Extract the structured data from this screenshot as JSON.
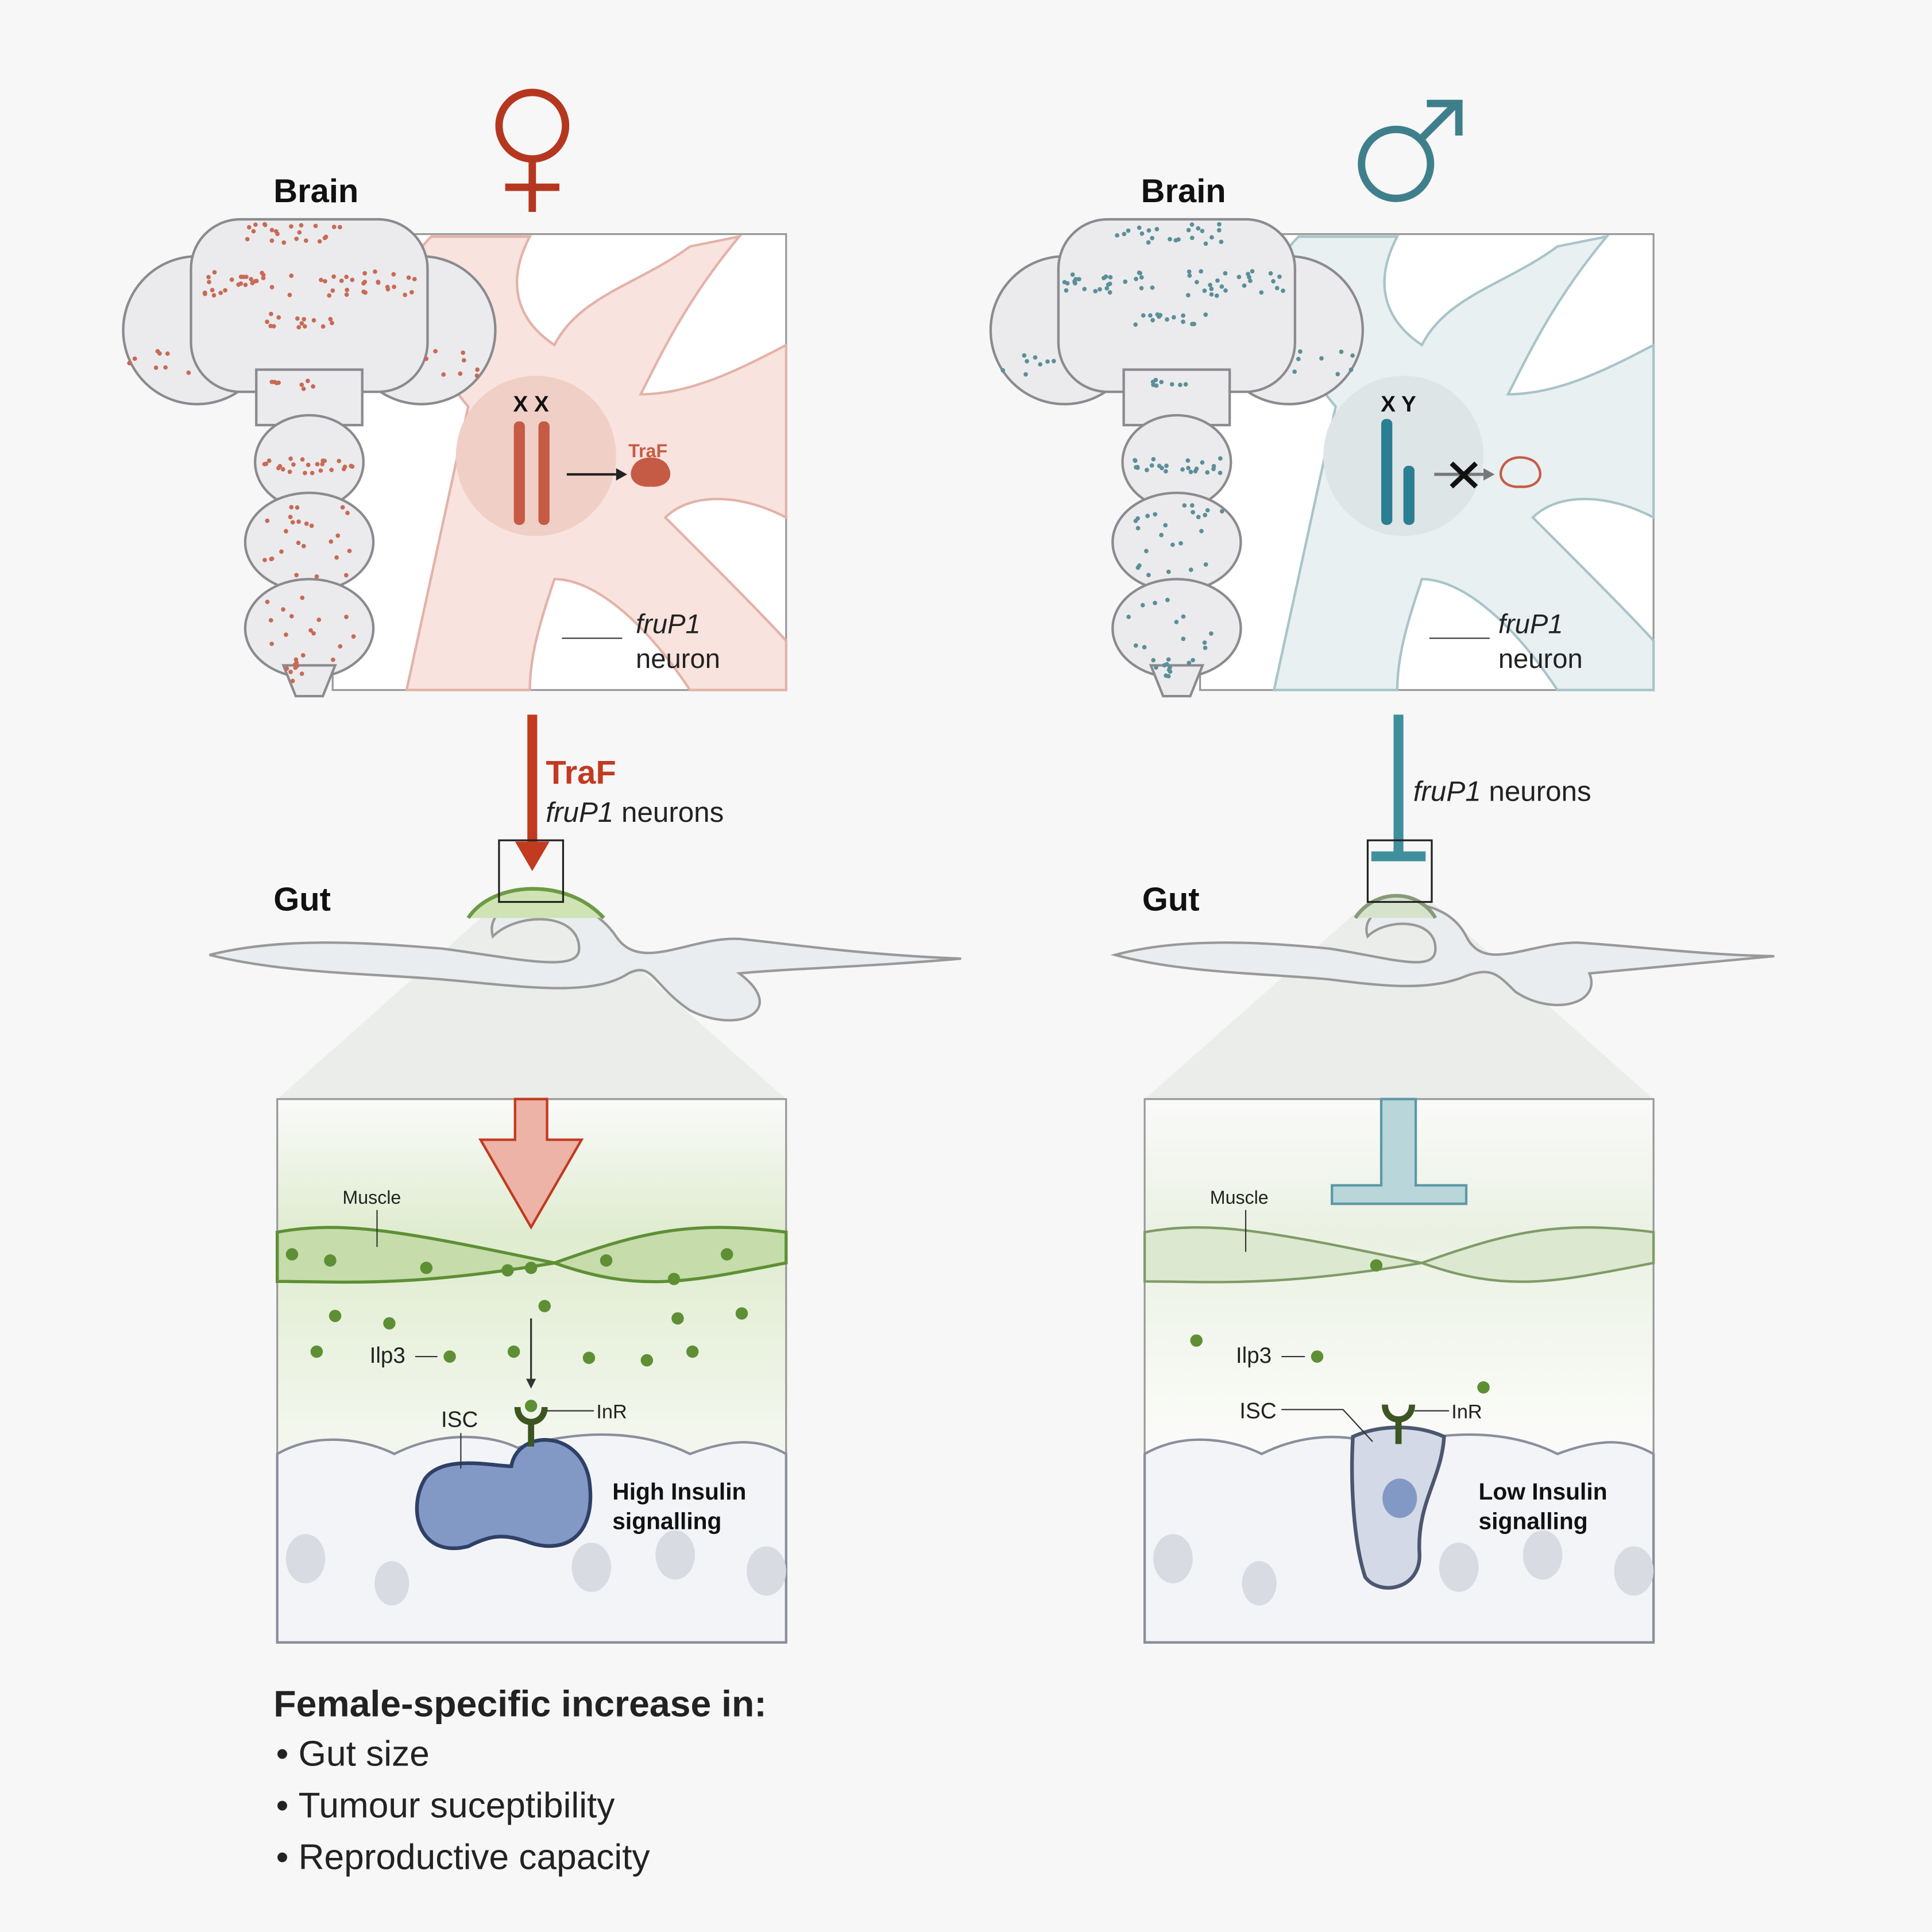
{
  "colors": {
    "female": "#b5371f",
    "male": "#3f7f8c",
    "muscle": "#5e8f35",
    "isc_high": "#8299c6",
    "isc_low": "#d3d9e6"
  },
  "female": {
    "symbol": "♀",
    "brain_label": "Brain",
    "chromosomes": "X X",
    "protein_label": "TraF",
    "neuron_label_italic": "fruP1",
    "neuron_label": "neuron",
    "arrow_label_bold": "TraF",
    "arrow_label_italic": "fruP1",
    "arrow_label_rest": " neurons",
    "gut_label": "Gut",
    "muscle_label": "Muscle",
    "ilp_label": "Ilp3",
    "isc_label": "ISC",
    "inr_label": "InR",
    "signalling_line1": "High Insulin",
    "signalling_line2": "signalling"
  },
  "male": {
    "symbol": "♂",
    "brain_label": "Brain",
    "chromosomes": "X Y",
    "neuron_label_italic": "fruP1",
    "neuron_label": "neuron",
    "arrow_label_italic": "fruP1",
    "arrow_label_rest": " neurons",
    "gut_label": "Gut",
    "muscle_label": "Muscle",
    "ilp_label": "Ilp3",
    "isc_label": "ISC",
    "inr_label": "InR",
    "signalling_line1": "Low Insulin",
    "signalling_line2": "signalling"
  },
  "summary": {
    "title": "Female-specific increase in:",
    "items": [
      "Gut size",
      "Tumour suceptibility",
      "Reproductive capacity"
    ]
  }
}
